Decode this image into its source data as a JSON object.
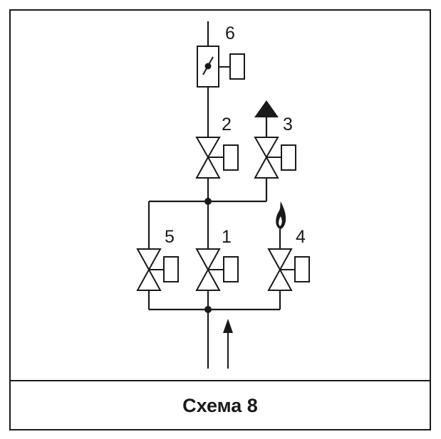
{
  "caption": "Схема 8",
  "labels": {
    "v1": "1",
    "v2": "2",
    "v3": "3",
    "v4": "4",
    "v5": "5",
    "v6": "6"
  }
}
